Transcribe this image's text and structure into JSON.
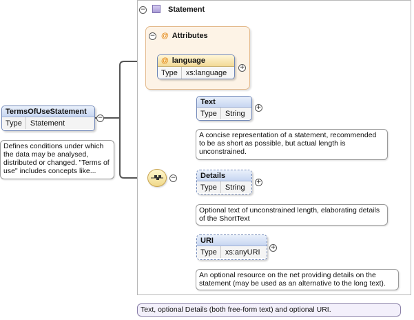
{
  "colors": {
    "element_border": "#6f86b7",
    "element_header": "#c7d6f1",
    "attribute_group_bg": "#fdf3e6",
    "attribute_icon": "#e58a18",
    "wire": "#555555"
  },
  "statement": {
    "title": "Statement",
    "expand_symbol": "⊖"
  },
  "attributes": {
    "title": "Attributes",
    "items": [
      {
        "name": "language",
        "type_label": "Type",
        "type_value": "xs:language"
      }
    ]
  },
  "root": {
    "name": "TermsOfUseStatement",
    "type_label": "Type",
    "type_value": "Statement",
    "doc": "Defines conditions under which the data may be analysed, distributed or changed. \"Terms of use\" includes concepts like..."
  },
  "children": [
    {
      "name": "Text",
      "type_label": "Type",
      "type_value": "String",
      "doc": "A concise representation of a statement, recommended to be as short as possible, but actual length is unconstrained."
    },
    {
      "name": "Details",
      "type_label": "Type",
      "type_value": "String",
      "doc": "Optional text of unconstrained length, elaborating details of the ShortText"
    },
    {
      "name": "URI",
      "type_label": "Type",
      "type_value": "xs:anyURI",
      "doc": "An optional resource on the net providing details on the statement (may be used as an alternative to the long text)."
    }
  ],
  "footer_doc": "Text, optional Details (both free-form text) and optional URI."
}
